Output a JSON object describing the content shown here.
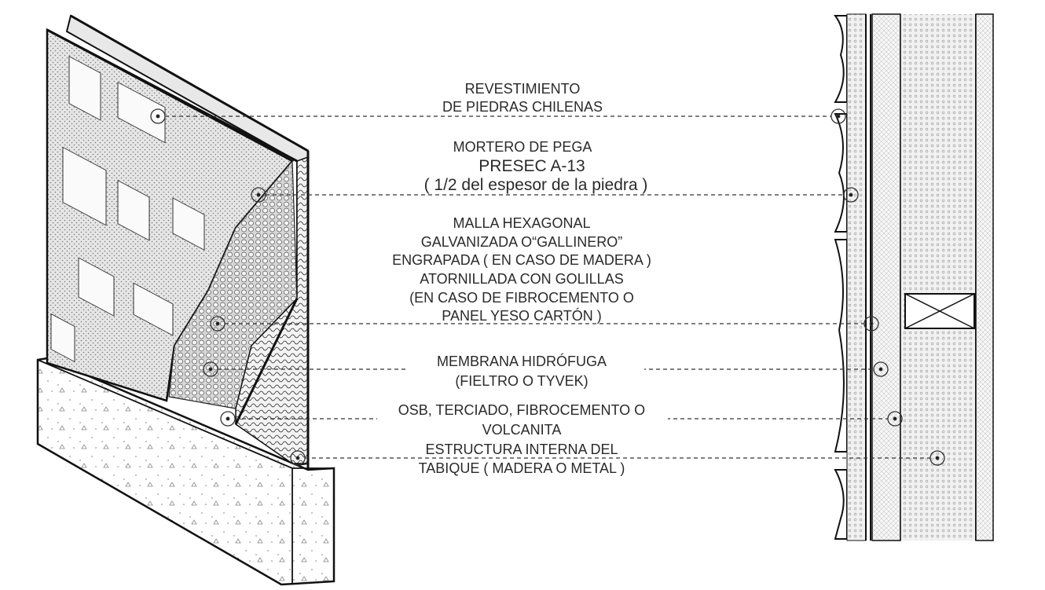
{
  "labels": [
    {
      "id": "revestimiento",
      "lines": [
        "REVESTIMIENTO",
        "DE PIEDRAS CHILENAS"
      ]
    },
    {
      "id": "mortero",
      "lines": [
        "MORTERO DE PEGA",
        "PRESEC A-13",
        "( 1/2 del espesor de la piedra )"
      ]
    },
    {
      "id": "malla",
      "lines": [
        "MALLA HEXAGONAL",
        "GALVANIZADA O“GALLINERO”",
        "ENGRAPADA ( EN CASO DE MADERA )",
        "ATORNILLADA CON GOLILLAS",
        "(EN CASO DE FIBROCEMENTO O",
        "PANEL YESO CARTÓN )"
      ]
    },
    {
      "id": "membrana",
      "lines": [
        "MEMBRANA HIDRÓFUGA",
        "(FIELTRO O TYVEK)"
      ]
    },
    {
      "id": "osb",
      "lines": [
        "OSB, TERCIADO, FIBROCEMENTO  O",
        "VOLCANITA"
      ]
    },
    {
      "id": "estructura",
      "lines": [
        "ESTRUCTURA INTERNA DEL",
        "TABIQUE ( MADERA O METAL )"
      ]
    }
  ]
}
